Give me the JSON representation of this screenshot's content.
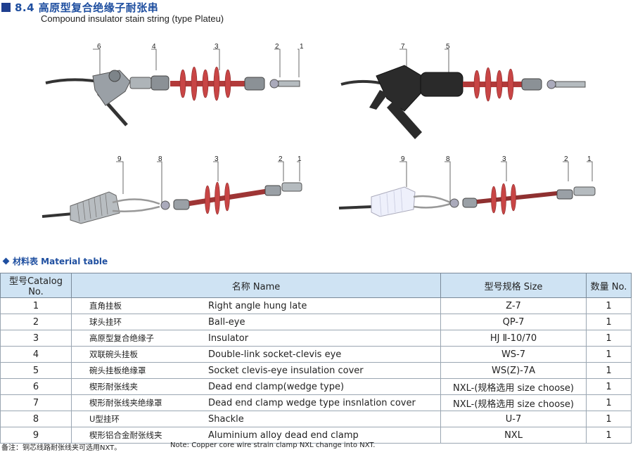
{
  "header": {
    "title_cn": "8.4 高原型复合绝缘子耐张串",
    "title_en": "Compound insulator stain string (type Plateu)"
  },
  "figures": {
    "fig1_callouts": [
      "6",
      "4",
      "3",
      "2",
      "1"
    ],
    "fig2_callouts": [
      "7",
      "5"
    ],
    "fig3_callouts": [
      "9",
      "8",
      "3",
      "2",
      "1"
    ],
    "fig4_callouts": [
      "9",
      "8",
      "3",
      "2",
      "1"
    ]
  },
  "material_table": {
    "section_title": "材料表 Material table",
    "headers": {
      "catalog": "型号Catalog No.",
      "name": "名称 Name",
      "size": "型号规格 Size",
      "qty": "数量 No."
    },
    "rows": [
      {
        "no": "1",
        "cn": "直角挂板",
        "en": "Right angle hung late",
        "size": "Z-7",
        "qty": "1"
      },
      {
        "no": "2",
        "cn": "球头挂环",
        "en": "Ball-eye",
        "size": "QP-7",
        "qty": "1"
      },
      {
        "no": "3",
        "cn": "高原型复合绝缘子",
        "en": "Insulator",
        "size": "HJ  Ⅱ-10/70",
        "qty": "1"
      },
      {
        "no": "4",
        "cn": "双联碗头挂板",
        "en": "Double-link socket-clevis eye",
        "size": "WS-7",
        "qty": "1"
      },
      {
        "no": "5",
        "cn": "碗头挂板绝缘罩",
        "en": "Socket clevis-eye insulation cover",
        "size": "WS(Z)-7A",
        "qty": "1"
      },
      {
        "no": "6",
        "cn": "楔形耐张线夹",
        "en": "Dead end clamp(wedge type)",
        "size": "NXL-(规格选用 size choose)",
        "qty": "1"
      },
      {
        "no": "7",
        "cn": "楔形耐张线夹绝缘罩",
        "en": "Dead end clamp wedge type insnlation cover",
        "size": "NXL-(规格选用 size choose)",
        "qty": "1"
      },
      {
        "no": "8",
        "cn": "U型挂环",
        "en": "Shackle",
        "size": "U-7",
        "qty": "1"
      },
      {
        "no": "9",
        "cn": "楔形铝合金耐张线夹",
        "en": "Aluminium alloy dead end clamp",
        "size": "NXL",
        "qty": "1"
      }
    ]
  },
  "notes": {
    "cn": "备注：铜芯线路耐张线夹可选用NXT。",
    "en": "Note:  Copper core wire strain clamp NXL change into NXT."
  },
  "colors": {
    "accent_blue": "#1f4fa0",
    "header_bg": "#cfe3f3",
    "insulator_red": "#c23a3a"
  }
}
